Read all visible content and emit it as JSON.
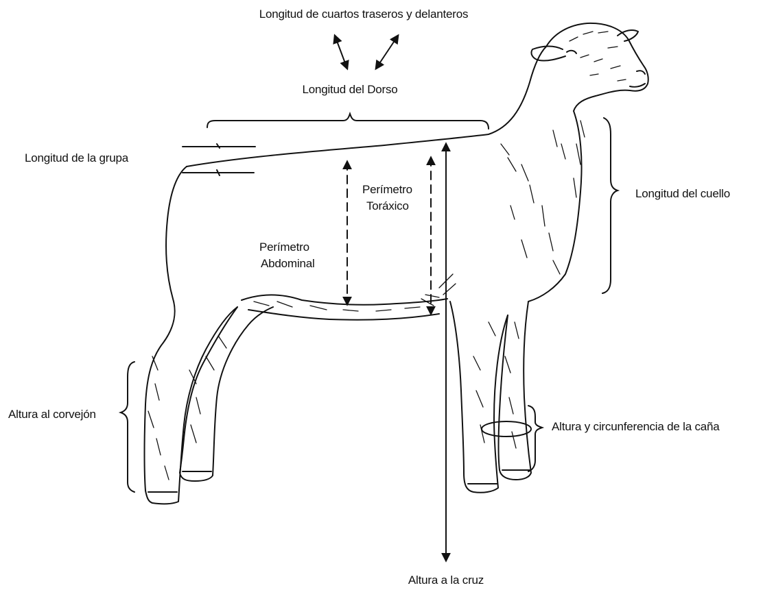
{
  "colors": {
    "ink": "#111111",
    "background": "#ffffff"
  },
  "subject": "sheep-side-view",
  "labels": {
    "cuartos": "Longitud de cuartos traseros y delanteros",
    "dorso": "Longitud del  Dorso",
    "grupa": "Longitud de la grupa",
    "cuello": "Longitud del cuello",
    "toraxico_1": "Perímetro",
    "toraxico_2": "Toráxico",
    "abdominal_1": "Perímetro",
    "abdominal_2": "Abdominal",
    "corvejon": "Altura al corvejón",
    "cana": "Altura y circunferencia de la caña",
    "cruz": "Altura a la cruz"
  }
}
